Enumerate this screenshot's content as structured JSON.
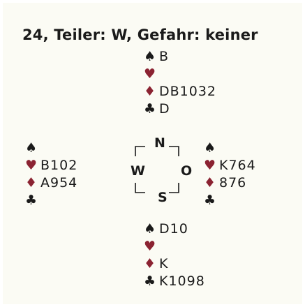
{
  "title": "24, Teiler: W, Gefahr: keiner",
  "suits": {
    "spades": "♠",
    "hearts": "♥",
    "diamonds": "♦",
    "clubs": "♣"
  },
  "colors": {
    "black_suit": "#1a1a1a",
    "red_suit": "#8b2332"
  },
  "hands": {
    "north": {
      "spades": "B",
      "hearts": "",
      "diamonds": "DB1032",
      "clubs": "D"
    },
    "west": {
      "spades": "",
      "hearts": "B102",
      "diamonds": "A954",
      "clubs": ""
    },
    "east": {
      "spades": "",
      "hearts": "K764",
      "diamonds": "876",
      "clubs": ""
    },
    "south": {
      "spades": "D10",
      "hearts": "",
      "diamonds": "K",
      "clubs": "K1098"
    }
  },
  "compass": {
    "north": "N",
    "west": "W",
    "east": "O",
    "south": "S"
  }
}
